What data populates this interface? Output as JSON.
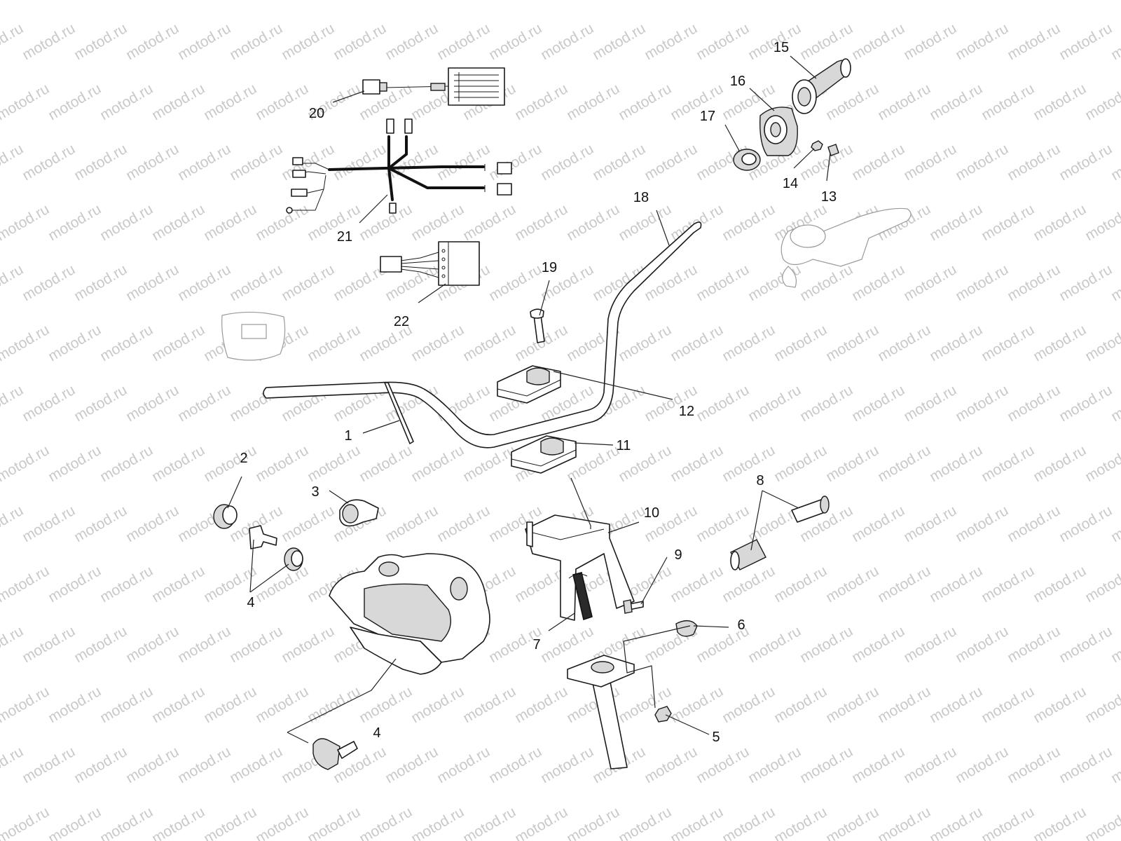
{
  "watermark": {
    "text": "motod.ru",
    "color": "#c9c9c9"
  },
  "callouts": [
    {
      "id": "1",
      "label": "1"
    },
    {
      "id": "2",
      "label": "2"
    },
    {
      "id": "3",
      "label": "3"
    },
    {
      "id": "4a",
      "label": "4"
    },
    {
      "id": "4b",
      "label": "4"
    },
    {
      "id": "5",
      "label": "5"
    },
    {
      "id": "6",
      "label": "6"
    },
    {
      "id": "7",
      "label": "7"
    },
    {
      "id": "8",
      "label": "8"
    },
    {
      "id": "9",
      "label": "9"
    },
    {
      "id": "10",
      "label": "10"
    },
    {
      "id": "11",
      "label": "11"
    },
    {
      "id": "12",
      "label": "12"
    },
    {
      "id": "13",
      "label": "13"
    },
    {
      "id": "14",
      "label": "14"
    },
    {
      "id": "15",
      "label": "15"
    },
    {
      "id": "16",
      "label": "16"
    },
    {
      "id": "17",
      "label": "17"
    },
    {
      "id": "18",
      "label": "18"
    },
    {
      "id": "19",
      "label": "19"
    },
    {
      "id": "20",
      "label": "20"
    },
    {
      "id": "21",
      "label": "21"
    },
    {
      "id": "22",
      "label": "22"
    }
  ]
}
